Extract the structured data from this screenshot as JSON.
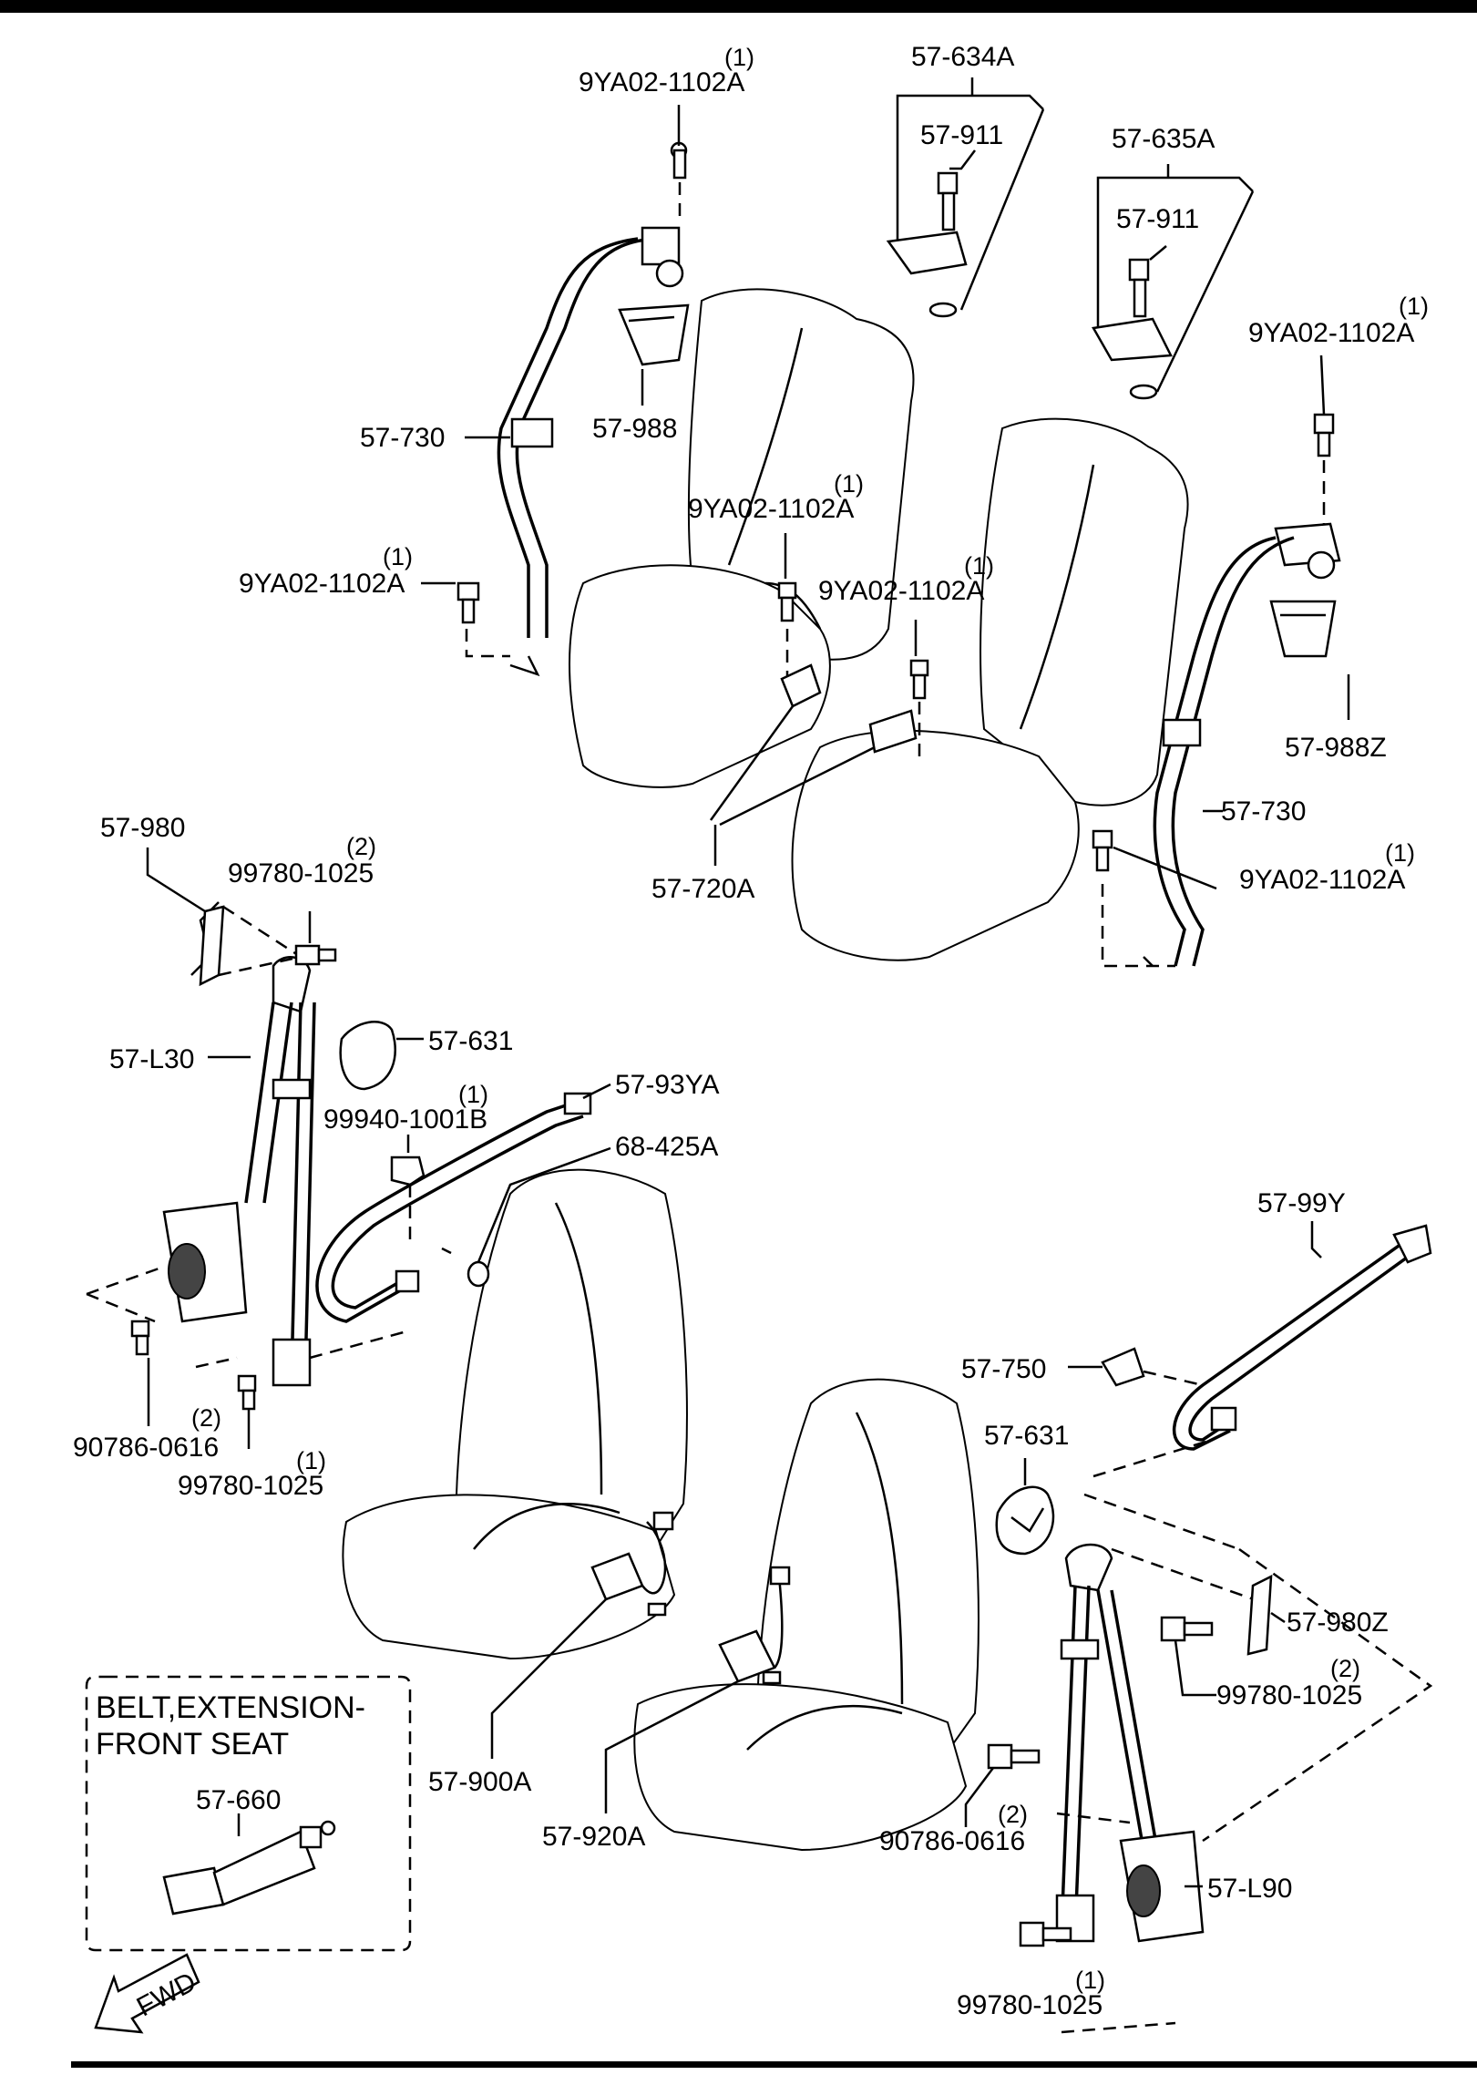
{
  "diagram": {
    "labels": {
      "p_9ya_top_a": "9YA02-1102A",
      "p_9ya_top_a_q": "(1)",
      "p_634a": "57-634A",
      "p_911_a": "57-911",
      "p_635a": "57-635A",
      "p_911_b": "57-911",
      "p_9ya_right_a": "9YA02-1102A",
      "p_9ya_right_a_q": "(1)",
      "p_730_left": "57-730",
      "p_988": "57-988",
      "p_9ya_mid_a": "9YA02-1102A",
      "p_9ya_mid_a_q": "(1)",
      "p_9ya_left_a": "9YA02-1102A",
      "p_9ya_left_a_q": "(1)",
      "p_9ya_mid_b": "9YA02-1102A",
      "p_9ya_mid_b_q": "(1)",
      "p_988z": "57-988Z",
      "p_730_right": "57-730",
      "p_9ya_right_b": "9YA02-1102A",
      "p_9ya_right_b_q": "(1)",
      "p_720a": "57-720A",
      "p_980": "57-980",
      "p_99780_a": "99780-1025",
      "p_99780_a_q": "(2)",
      "p_631_left": "57-631",
      "p_l30": "57-L30",
      "p_99940": "99940-1001B",
      "p_99940_q": "(1)",
      "p_93ya": "57-93YA",
      "p_68425a": "68-425A",
      "p_99y": "57-99Y",
      "p_90786_a": "90786-0616",
      "p_90786_a_q": "(2)",
      "p_99780_b": "99780-1025",
      "p_99780_b_q": "(1)",
      "p_750": "57-750",
      "p_631_right": "57-631",
      "p_980z": "57-980Z",
      "p_99780_c": "99780-1025",
      "p_99780_c_q": "(2)",
      "p_900a": "57-900A",
      "p_920a": "57-920A",
      "p_90786_b": "90786-0616",
      "p_90786_b_q": "(2)",
      "p_l90": "57-L90",
      "p_99780_d": "99780-1025",
      "p_99780_d_q": "(1)",
      "p_660": "57-660"
    },
    "inset": {
      "title_line1": "BELT,EXTENSION-",
      "title_line2": "FRONT SEAT"
    },
    "fwd_label": "FWD"
  }
}
